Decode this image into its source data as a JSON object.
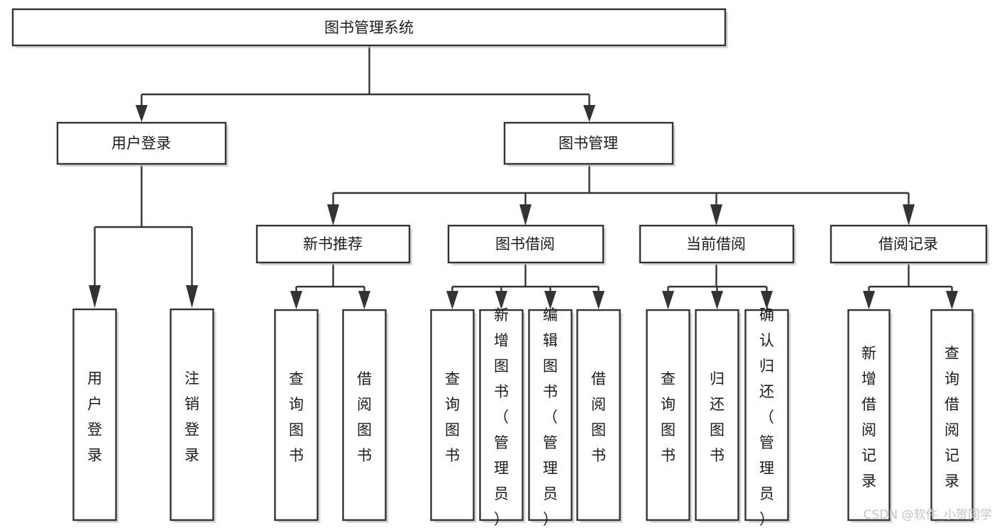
{
  "diagram": {
    "title": "图书管理系统",
    "type": "tree-hierarchy-chart",
    "root": {
      "id": "root",
      "label": "图书管理系统"
    },
    "level2": [
      {
        "id": "user-login",
        "label": "用户登录"
      },
      {
        "id": "book-management",
        "label": "图书管理"
      }
    ],
    "level3": [
      {
        "id": "new-book-recommend",
        "label": "新书推荐",
        "parent": "book-management"
      },
      {
        "id": "book-borrow",
        "label": "图书借阅",
        "parent": "book-management"
      },
      {
        "id": "current-borrow",
        "label": "当前借阅",
        "parent": "book-management"
      },
      {
        "id": "borrow-record",
        "label": "借阅记录",
        "parent": "book-management"
      }
    ],
    "leaves": [
      {
        "id": "leaf-user-login",
        "label": "用户登录",
        "parent": "user-login"
      },
      {
        "id": "leaf-logout-login",
        "label": "注销登录",
        "parent": "user-login"
      },
      {
        "id": "leaf-query-book-1",
        "label": "查询图书",
        "parent": "new-book-recommend"
      },
      {
        "id": "leaf-borrow-book-1",
        "label": "借阅图书",
        "parent": "new-book-recommend"
      },
      {
        "id": "leaf-query-book-2",
        "label": "查询图书",
        "parent": "book-borrow"
      },
      {
        "id": "leaf-add-book",
        "label": "新增图书（管理员）",
        "parent": "book-borrow"
      },
      {
        "id": "leaf-edit-book",
        "label": "编辑图书（管理员）",
        "parent": "book-borrow"
      },
      {
        "id": "leaf-borrow-book-2",
        "label": "借阅图书",
        "parent": "book-borrow"
      },
      {
        "id": "leaf-query-book-3",
        "label": "查询图书",
        "parent": "current-borrow"
      },
      {
        "id": "leaf-return-book",
        "label": "归还图书",
        "parent": "current-borrow"
      },
      {
        "id": "leaf-confirm-return",
        "label": "确认归还（管理员）",
        "parent": "current-borrow"
      },
      {
        "id": "leaf-add-record",
        "label": "新增借阅记录",
        "parent": "borrow-record"
      },
      {
        "id": "leaf-query-record",
        "label": "查询借阅记录",
        "parent": "borrow-record"
      }
    ],
    "colors": {
      "stroke": "#333333",
      "fill": "#ffffff",
      "text": "#1b1b1b",
      "watermark": "#c3c3c3",
      "background": "#ffffff"
    }
  },
  "watermark": {
    "text": "CSDN @软件_小贺同学"
  }
}
